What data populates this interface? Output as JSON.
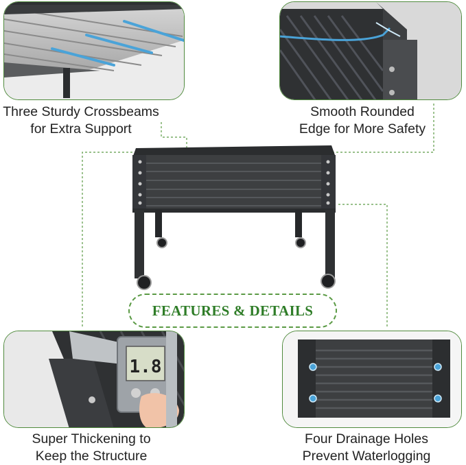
{
  "panels": {
    "top_left_caption": [
      "Three Sturdy Crossbeams",
      "for Extra Support"
    ],
    "top_right_caption": [
      "Smooth Rounded",
      "Edge for More Safety"
    ],
    "bottom_left_caption": [
      "Super Thickening to",
      "Keep the Structure"
    ],
    "bottom_right_caption": [
      "Four Drainage Holes",
      "Prevent Waterlogging"
    ]
  },
  "center": {
    "badge": "FEATURES & DETAILS",
    "caliper_reading": "1.8"
  },
  "colors": {
    "accent_green": "#4f8a3c",
    "badge_text": "#2f7d28",
    "metal_dark": "#3d3f41",
    "highlight_blue": "#4aa3d8"
  }
}
